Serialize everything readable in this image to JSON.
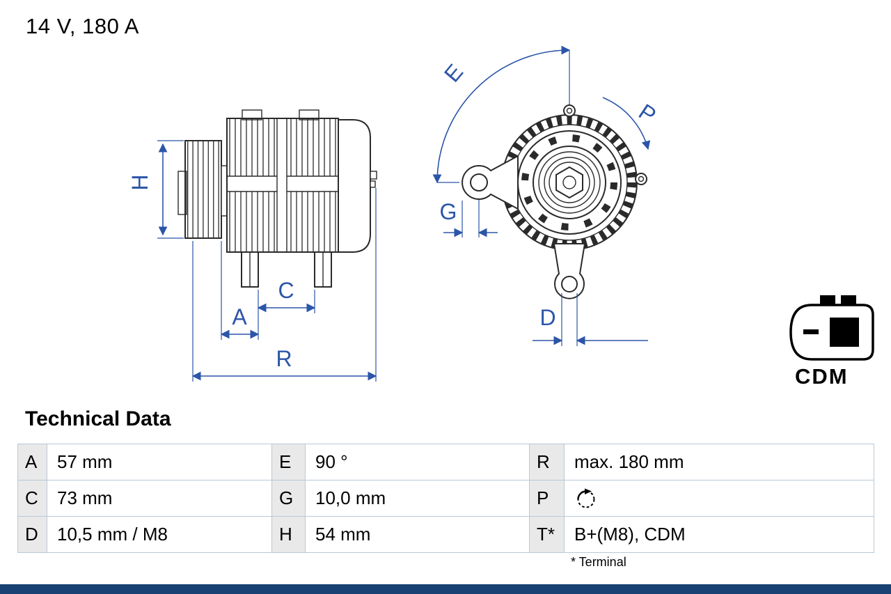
{
  "colors": {
    "dimension_blue": "#2b55a8",
    "drawing_dark": "#2a2a2a",
    "table_border": "#b9c9d6",
    "label_cell_bg": "#e9e9e9",
    "bottom_bar_navy": "#1a4173"
  },
  "header": {
    "title": "14 V, 180 A"
  },
  "diagram": {
    "labels": {
      "H": "H",
      "A": "A",
      "C": "C",
      "R": "R",
      "E": "E",
      "G": "G",
      "P": "P",
      "D": "D"
    },
    "connector_label": "CDM"
  },
  "technical_data": {
    "heading": "Technical Data",
    "rows": [
      [
        {
          "key": "A",
          "value": "57 mm"
        },
        {
          "key": "E",
          "value": "90 °"
        },
        {
          "key": "R",
          "value": "max. 180 mm"
        }
      ],
      [
        {
          "key": "C",
          "value": "73 mm"
        },
        {
          "key": "G",
          "value": "10,0 mm"
        },
        {
          "key": "P",
          "value": "",
          "icon": "rotation-direction-icon"
        }
      ],
      [
        {
          "key": "D",
          "value": "10,5 mm / M8"
        },
        {
          "key": "H",
          "value": "54 mm"
        },
        {
          "key": "T*",
          "value": "B+(M8), CDM"
        }
      ]
    ],
    "footnote": "* Terminal"
  }
}
